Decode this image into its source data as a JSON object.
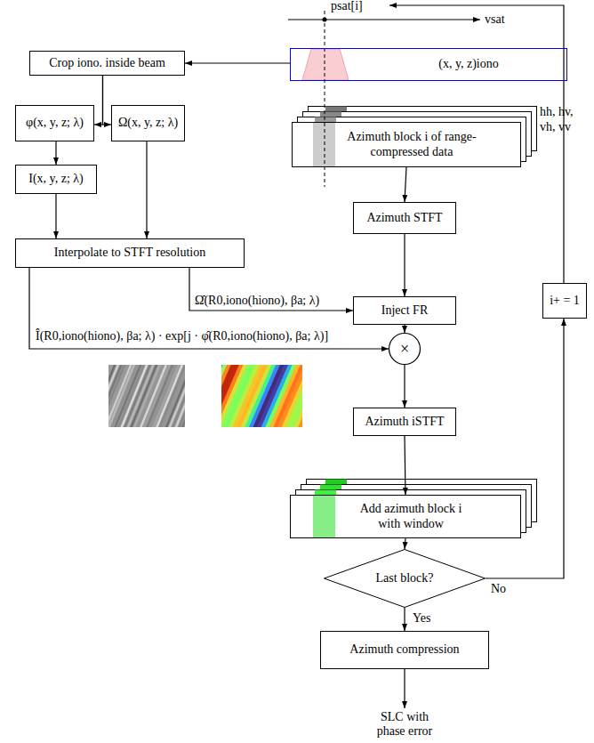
{
  "diagram": {
    "nodes": [
      {
        "text": [
          "Crop iono. inside beam"
        ]
      },
      {
        "text": [
          "(x, y, z)iono"
        ]
      },
      {
        "text": [
          "φ(x, y, z; λ)"
        ]
      },
      {
        "text": [
          "Ω(x, y, z; λ)"
        ]
      },
      {
        "text": [
          "I(x, y, z; λ)"
        ]
      },
      {
        "text": [
          "Interpolate to STFT resolution"
        ]
      },
      {
        "text": [
          "Azimuth block i of range-compressed data"
        ]
      },
      {
        "text": [
          "Azimuth STFT"
        ]
      },
      {
        "text": [
          "Inject FR"
        ]
      },
      {
        "text": [
          "×"
        ]
      },
      {
        "text": [
          "Azimuth iSTFT"
        ]
      },
      {
        "text": [
          "Add azimuth block i with window"
        ]
      },
      {
        "text": [
          "Last block?"
        ]
      },
      {
        "text": [
          "i+ = 1"
        ]
      },
      {
        "text": [
          "Azimuth compression"
        ]
      },
      {
        "text": [
          "SLC with phase error"
        ]
      }
    ],
    "edges": [
      {
        "from": 1,
        "to": 0,
        "arrow": "to"
      },
      {
        "from": 0,
        "to": 2,
        "arrow": "to"
      },
      {
        "from": 0,
        "to": 3,
        "arrow": "to"
      },
      {
        "from": 2,
        "to": 4,
        "arrow": "to"
      },
      {
        "from": 4,
        "to": 5,
        "arrow": "to"
      },
      {
        "from": 3,
        "to": 5,
        "arrow": "to"
      },
      {
        "from": 5,
        "to": 8,
        "label": "Ω̂(R0,iono(hiono), βa; λ)",
        "arrow": "to"
      },
      {
        "from": 5,
        "to": 9,
        "label": "Î(R0,iono(hiono), βa; λ) · exp[j · φ̂(R0,iono(hiono), βa; λ)]",
        "arrow": "to"
      },
      {
        "from": 6,
        "to": 7,
        "arrow": "to"
      },
      {
        "from": 7,
        "to": 8,
        "arrow": "to"
      },
      {
        "from": 8,
        "to": 9,
        "arrow": "to"
      },
      {
        "from": 9,
        "to": 10,
        "arrow": "to"
      },
      {
        "from": 10,
        "to": 11,
        "arrow": "to"
      },
      {
        "from": 11,
        "to": 12,
        "arrow": "to"
      },
      {
        "from": 12,
        "to": 13,
        "label": "No",
        "arrow": "to"
      },
      {
        "from": 12,
        "to": 14,
        "label": "Yes",
        "arrow": "to"
      },
      {
        "from": 14,
        "to": 15,
        "arrow": "to"
      }
    ],
    "labels": [
      "psat[i]",
      "vsat",
      "hh, hv, vh, vv"
    ]
  }
}
